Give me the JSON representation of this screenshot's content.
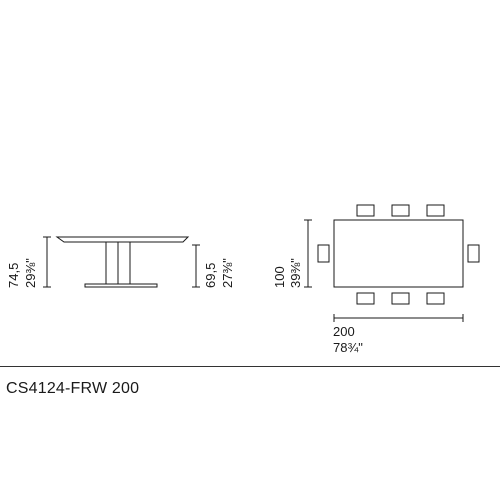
{
  "product": {
    "code": "CS4124-FRW 200"
  },
  "side_view": {
    "total_height_cm": "74,5",
    "total_height_in": "29⅜\"",
    "under_top_height_cm": "69,5",
    "under_top_height_in": "27⅜\""
  },
  "top_view": {
    "depth_cm": "100",
    "depth_in": "39⅜\"",
    "length_cm": "200",
    "length_in": "78¾\"",
    "chairs": 8
  },
  "colors": {
    "line": "#1a1a1a",
    "background": "#ffffff"
  }
}
